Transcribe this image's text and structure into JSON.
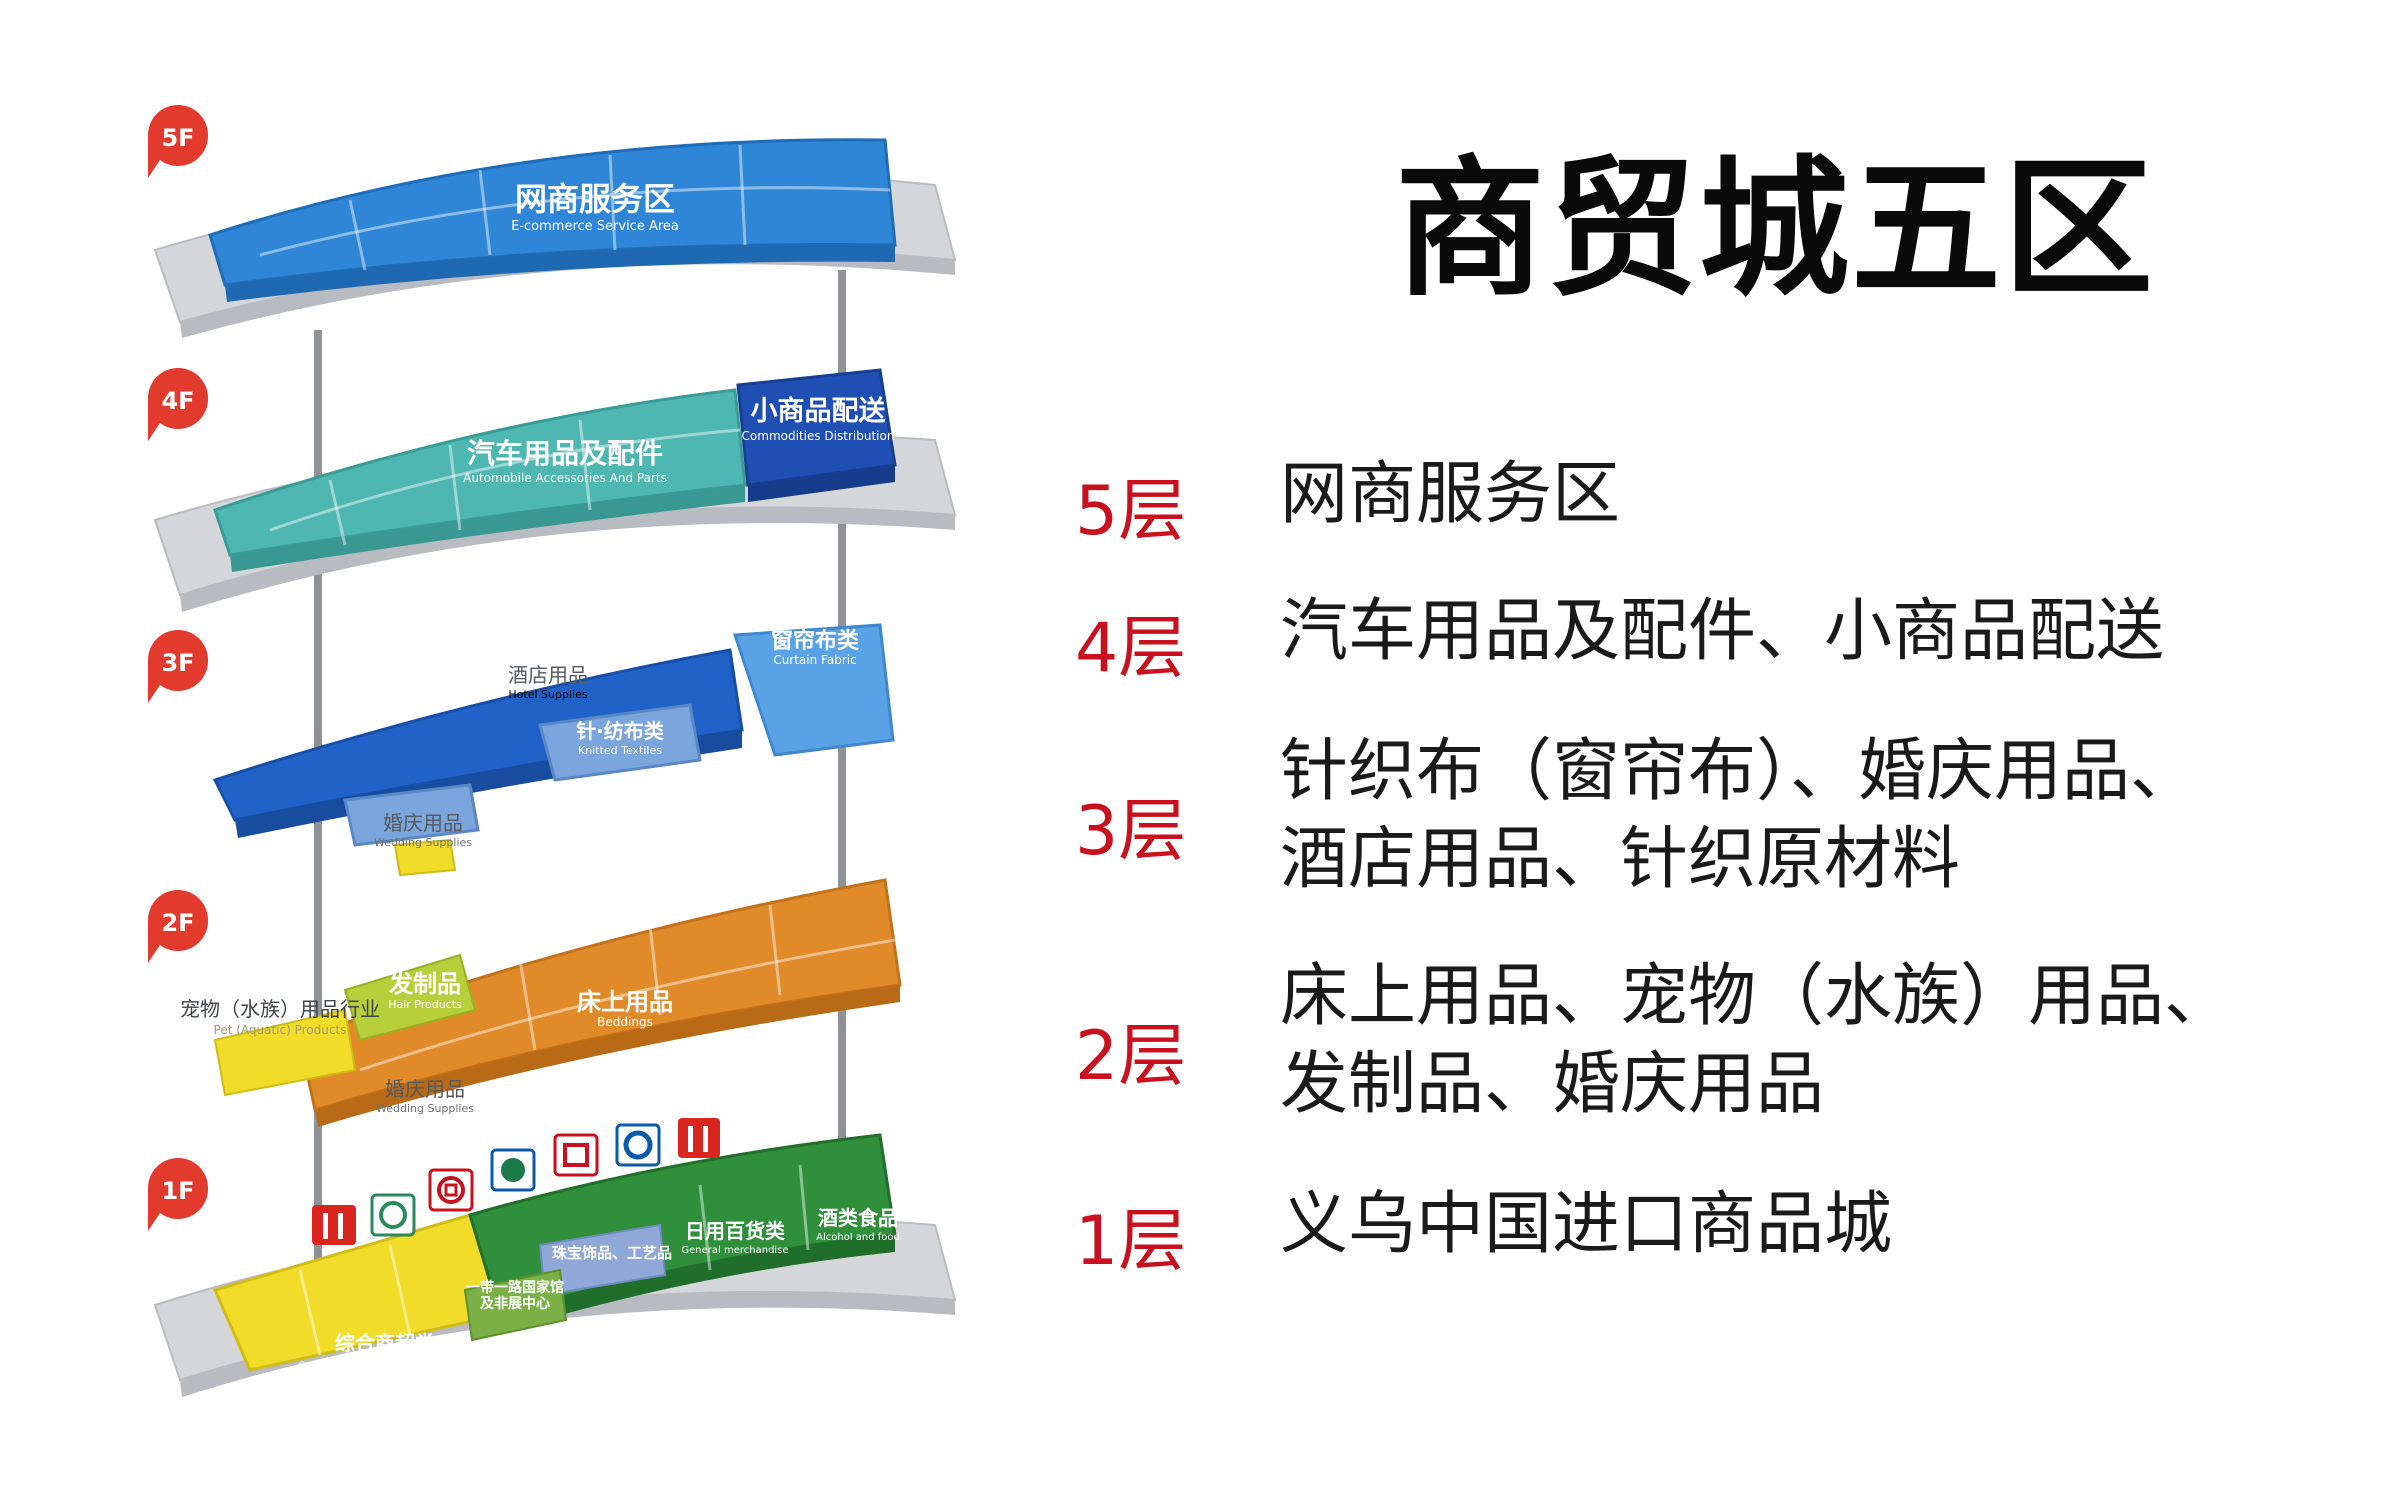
{
  "title": "商贸城五区",
  "badges": [
    "5F",
    "4F",
    "3F",
    "2F",
    "1F"
  ],
  "colors": {
    "badge": "#e23a2c",
    "floor_text": "#c8101e",
    "slab": "#d7d9dc",
    "blue5": "#2f86d6",
    "teal4": "#4fb7b1",
    "navy4": "#1f4fb3",
    "blue3": "#2062c8",
    "light3": "#5aa2e6",
    "orange2": "#e08a2a",
    "yellow": "#f2dc2a",
    "green1": "#2f8f3a"
  },
  "zone_labels": {
    "f5_zh": "网商服务区",
    "f5_en": "E-commerce Service Area",
    "f4a_zh": "汽车用品及配件",
    "f4a_en": "Automobile Accessories And Parts",
    "f4b_zh": "小商品配送",
    "f4b_en": "Commodities Distribution",
    "f3a_zh": "窗帘布类",
    "f3a_en": "Curtain Fabric",
    "f3b_zh": "酒店用品",
    "f3b_en": "Hotel Supplies",
    "f3c_zh": "针·纺布类",
    "f3c_en": "Knitted Textiles",
    "f3d_zh": "婚庆用品",
    "f3d_en": "Wedding Supplies",
    "f2a_zh": "发制品",
    "f2a_en": "Hair Products",
    "f2b_zh": "宠物（水族）用品行业",
    "f2b_en": "Pet (Aquatic) Products",
    "f2c_zh": "床上用品",
    "f2c_en": "Beddings",
    "f2d_zh": "婚庆用品",
    "f2d_en": "Wedding Supplies",
    "f1a_zh": "酒类食品",
    "f1a_en": "Alcohol and food",
    "f1b_zh": "日用百货类",
    "f1b_en": "General merchandise",
    "f1c_zh": "珠宝饰品、工艺品",
    "f1d_zh": "一带一路国家馆",
    "f1d2_zh": "及非展中心",
    "f1e_zh": "综合商超类",
    "f1e_en": "Comprehensive supermarket category"
  },
  "icons": [
    "restaurant-icon",
    "bank-icon",
    "bank-of-china-icon",
    "bank-icon",
    "bank-icon",
    "bank-icon",
    "restaurant-icon"
  ],
  "floors": [
    {
      "label": "5层",
      "lines": [
        "网商服务区"
      ]
    },
    {
      "label": "4层",
      "lines": [
        "汽车用品及配件、小商品配送"
      ]
    },
    {
      "label": "3层",
      "lines": [
        "针织布（窗帘布）、婚庆用品、",
        "酒店用品、针织原材料"
      ]
    },
    {
      "label": "2层",
      "lines": [
        "床上用品、宠物（水族）用品、",
        "发制品、婚庆用品"
      ]
    },
    {
      "label": "1层",
      "lines": [
        "义乌中国进口商品城"
      ]
    }
  ]
}
